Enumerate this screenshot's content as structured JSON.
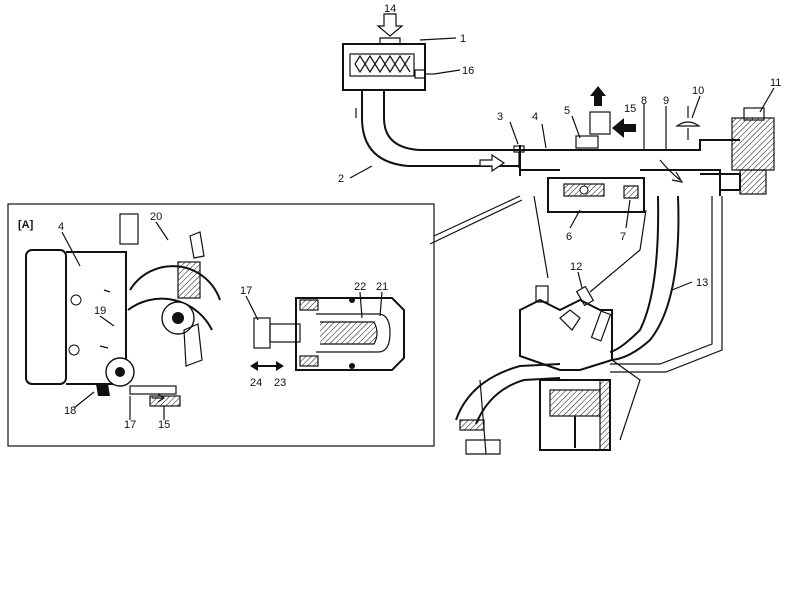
{
  "callouts": {
    "c1": "1",
    "c2": "2",
    "c3": "3",
    "c4": "4",
    "c5": "5",
    "c6": "6",
    "c7": "7",
    "c8": "8",
    "c9": "9",
    "c10": "10",
    "c11": "11",
    "c12": "12",
    "c13": "13",
    "c14": "14",
    "c15": "15",
    "c16": "16"
  },
  "inset": {
    "tag": "[A]",
    "labels": {
      "i4": "4",
      "i20": "20",
      "i19": "19",
      "i18": "18",
      "i17a": "17",
      "i15": "15",
      "i17b": "17",
      "i22": "22",
      "i21": "21",
      "i24": "24",
      "i23": "23"
    }
  },
  "colors": {
    "line": "#111111",
    "background": "#ffffff"
  }
}
